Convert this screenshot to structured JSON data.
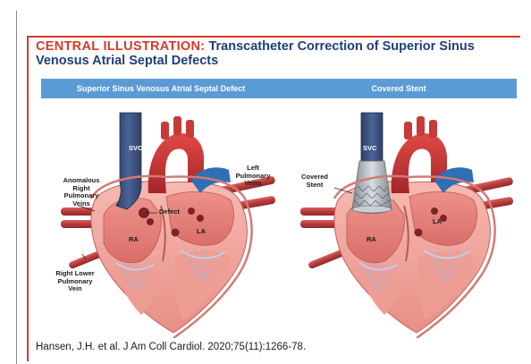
{
  "header": {
    "kicker": "CENTRAL ILLUSTRATION:",
    "title": "Transcatheter Correction of Superior Sinus Venosus Atrial Septal Defects"
  },
  "panels": [
    {
      "heading": "Superior Sinus Venosus Atrial Septal Defect",
      "labels": {
        "svc": "SVC",
        "anomalous": "Anomalous Right Pulmonary Veins",
        "defect": "Defect",
        "left_veins": "Left Pulmonary Veins",
        "la": "LA",
        "ra": "RA",
        "lower_vein": "Right Lower Pulmonary Vein"
      }
    },
    {
      "heading": "Covered Stent",
      "labels": {
        "svc": "SVC",
        "stent": "Covered Stent",
        "la": "LA",
        "ra": "RA"
      }
    }
  ],
  "citation": "Hansen, J.H. et al. J Am Coll Cardiol. 2020;75(11):1266-78.",
  "colors": {
    "accent_red": "#d63a2a",
    "title_blue": "#1f3f78",
    "band_blue": "#5b9bd5",
    "svc_blue": "#3a4f7a",
    "aorta_red": "#c8323a",
    "pulmonary_blue": "#2f6fb5",
    "myocardium_pink": "#f3a7a0",
    "chamber_pink": "#e9827c",
    "vessel_red": "#c94a48"
  },
  "icons": [
    "heart-illustration",
    "covered-stent-illustration"
  ]
}
